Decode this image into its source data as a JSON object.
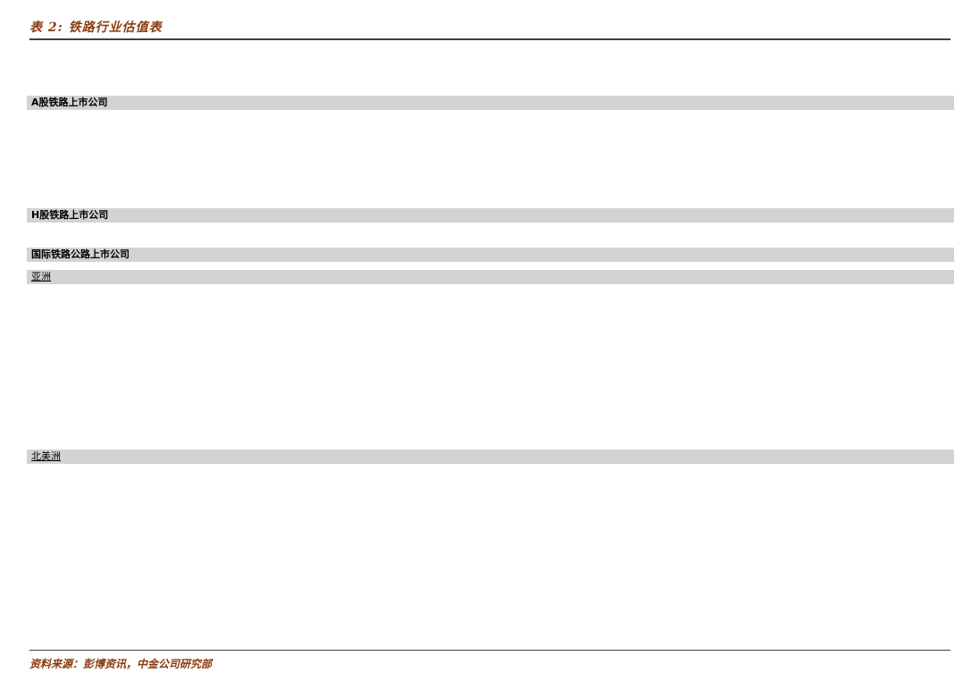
{
  "title": "表 2:  铁路行业估值表",
  "sections": {
    "a_share": {
      "label": "A股铁路上市公司"
    },
    "h_share": {
      "label": "H股铁路上市公司"
    },
    "international": {
      "label": "国际铁路公路上市公司"
    },
    "asia": {
      "label": "亚洲"
    },
    "north_america": {
      "label": "北美洲"
    }
  },
  "footer": {
    "source": "资料来源：彭博资讯，中金公司研究部"
  },
  "colors": {
    "accent": "#8C3A0E",
    "section_bar_bg": "#D3D3D3",
    "rule": "#3F3F3F",
    "page_bg": "#FFFFFF"
  }
}
